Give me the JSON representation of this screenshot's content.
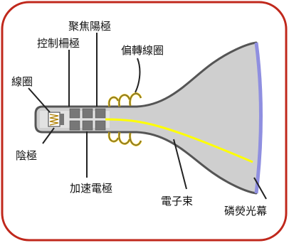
{
  "labels": {
    "focusing_anode": "聚焦陽極",
    "control_grid": "控制柵極",
    "deflection_coils": "偏轉線圈",
    "heater_coil": "線圈",
    "cathode": "陰極",
    "accelerating_anode": "加速電極",
    "electron_beam": "電子束",
    "phosphor_screen": "磷熒光幕"
  },
  "colors": {
    "frame_border": "#c0281c",
    "tube_fill": "#cfcfcf",
    "tube_outline": "#555555",
    "beam": "#ffff00",
    "screen": "#8f8fe0",
    "coil": "#e0b800"
  }
}
